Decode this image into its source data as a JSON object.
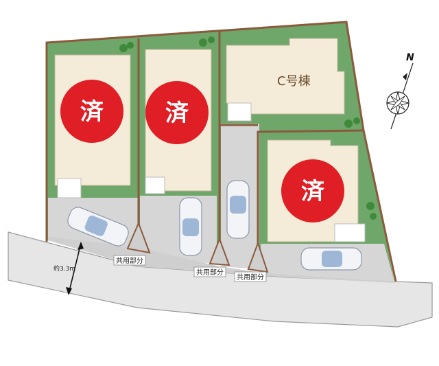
{
  "lots": [
    {
      "id": "lot-1",
      "status_label": "済"
    },
    {
      "id": "lot-2",
      "status_label": "済"
    },
    {
      "id": "lot-c",
      "building_label": "C号棟"
    },
    {
      "id": "lot-4",
      "status_label": "済"
    }
  ],
  "common_area_label": "共用部分",
  "road_width_label": "約3.3m",
  "north_label": "N",
  "colors": {
    "lawn": "#6fa66a",
    "lot_border": "#8b5a3c",
    "house": "#f4ecd8",
    "parking": "#d6d6d6",
    "road": "#e6e6e6",
    "sold_badge": "#e01e25"
  }
}
